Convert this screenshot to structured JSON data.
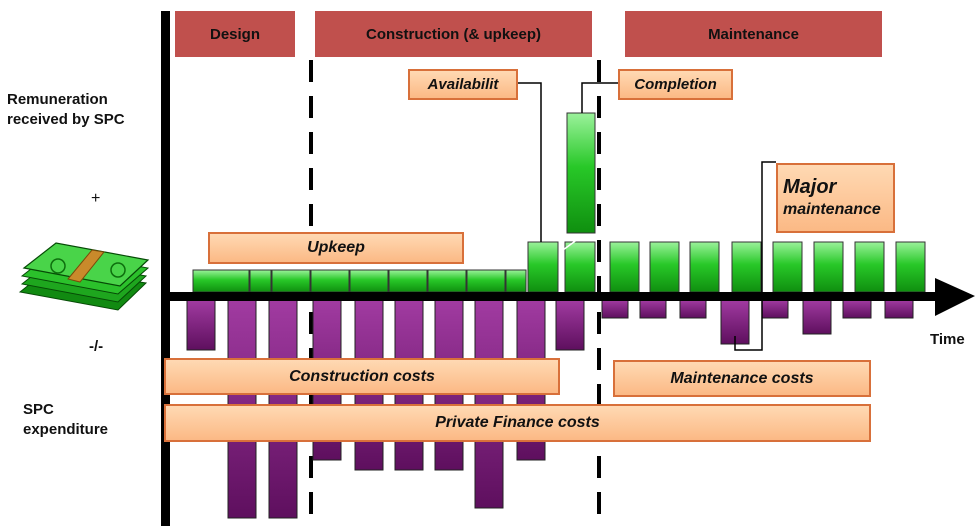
{
  "phases": {
    "design": "Design",
    "construction": "Construction (& upkeep)",
    "maintenance": "Maintenance"
  },
  "left_labels": {
    "remuneration": "Remuneration received by SPC",
    "plus": "+",
    "minus": "-/-",
    "expenditure": "SPC expenditure"
  },
  "axis": {
    "time": "Time"
  },
  "callouts": {
    "availability": "Availabilit",
    "completion": "Completion",
    "major_maintenance_line1": "Major",
    "major_maintenance_line2": "maintenance",
    "upkeep": "Upkeep"
  },
  "cost_bars": {
    "construction": "Construction costs",
    "maintenance": "Maintenance costs",
    "private_finance": "Private Finance costs"
  },
  "icons": {
    "money": "money-stack-icon"
  },
  "colors": {
    "phase_header": "#c0504d",
    "income_bar": "#22c322",
    "expense_bar": "#7b1a7b",
    "callout_fill": "#fcc899",
    "callout_border": "#d8703a"
  }
}
